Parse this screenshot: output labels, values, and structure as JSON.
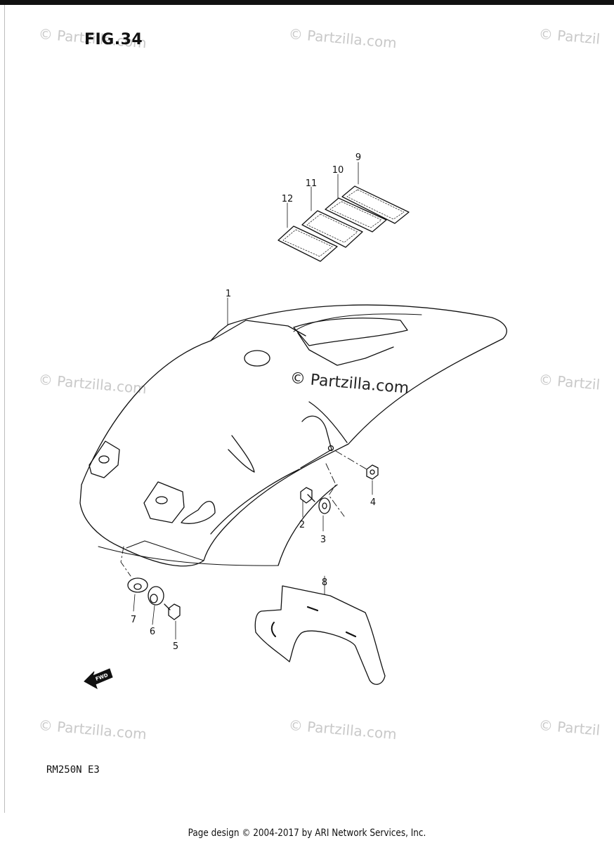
{
  "figure": {
    "title": "FIG.34"
  },
  "model_code": "RM250N E3",
  "footer": "Page design © 2004-2017 by ARI Network Services, Inc.",
  "watermark": {
    "text": "© Partzilla.com",
    "clipped_text": "© Partzil"
  },
  "fwd_label": "FWD",
  "callouts": [
    "1",
    "2",
    "3",
    "4",
    "5",
    "6",
    "7",
    "8",
    "9",
    "10",
    "11",
    "12"
  ],
  "icons": {
    "fwd": "fwd-arrow-icon"
  }
}
